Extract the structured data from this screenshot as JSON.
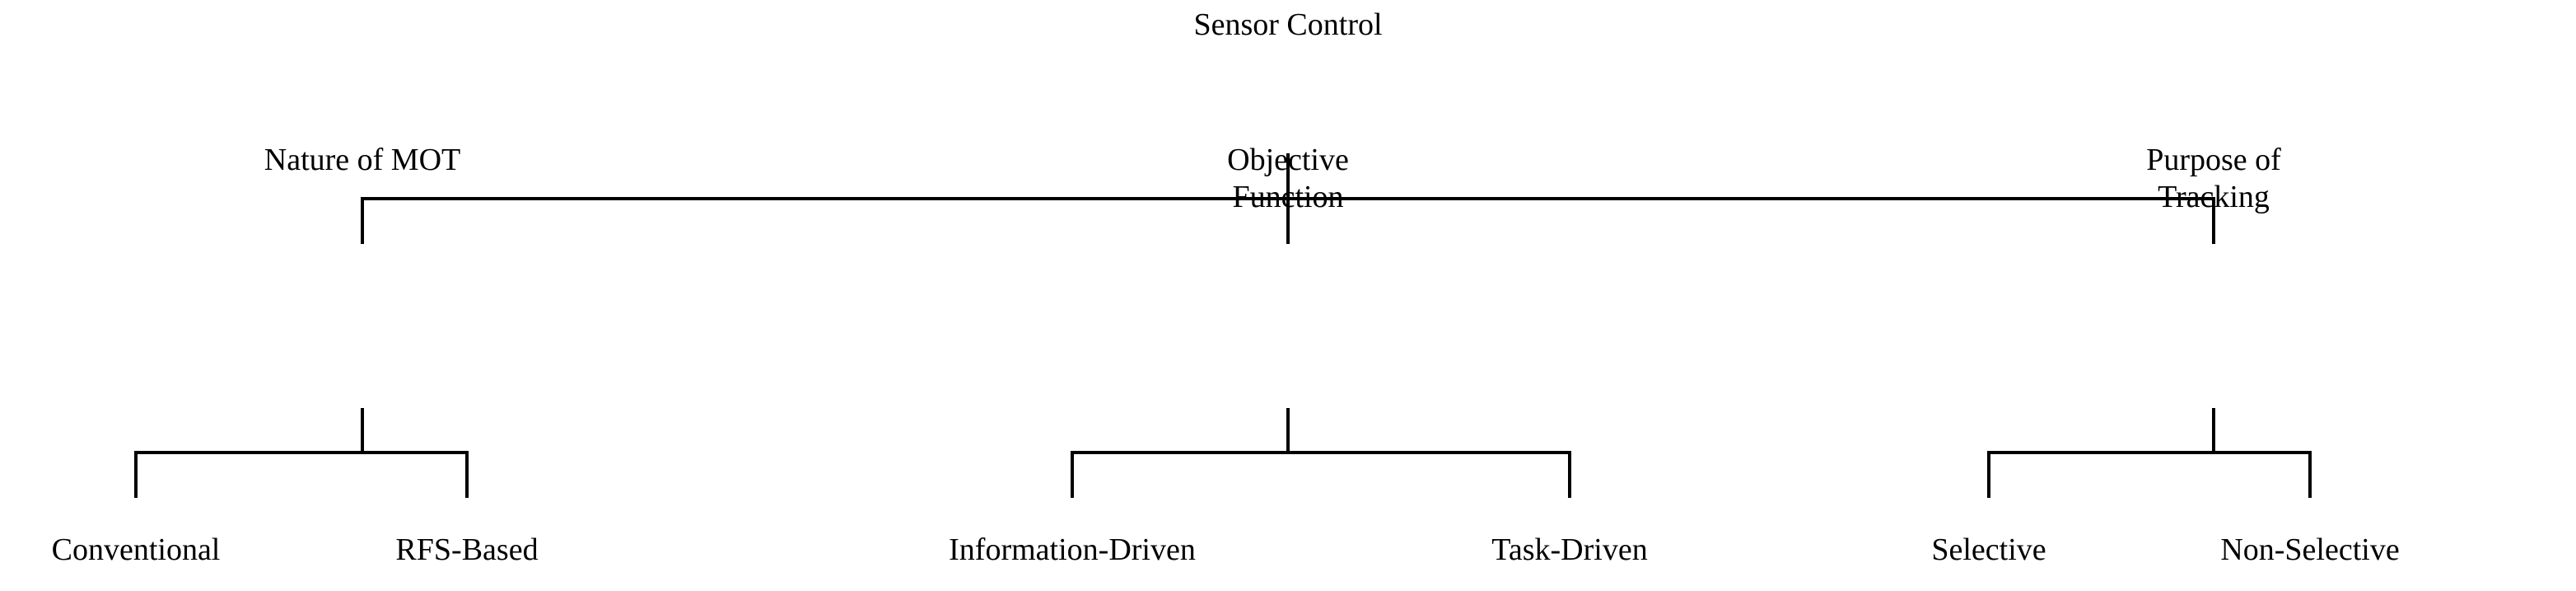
{
  "diagram": {
    "type": "hierarchy-tree",
    "title": "Sensor Control",
    "orientation": "top-down",
    "levels": 3,
    "line_color": "#000000",
    "background_color": "#ffffff",
    "text_color": "#000000",
    "root": {
      "label": "Sensor Control"
    },
    "branches": [
      {
        "id": "nature-of-mot",
        "label_lines": [
          "Nature of MOT"
        ],
        "label_line1": "Nature of MOT",
        "label_line2": "",
        "children": [
          {
            "id": "conventional",
            "label": "Conventional"
          },
          {
            "id": "rfs-based",
            "label": "RFS-Based"
          }
        ]
      },
      {
        "id": "objective-function",
        "label_lines": [
          "Objective",
          "Function"
        ],
        "label_line1": "Objective",
        "label_line2": "Function",
        "children": [
          {
            "id": "information-driven",
            "label": "Information-Driven"
          },
          {
            "id": "task-driven",
            "label": "Task-Driven"
          }
        ]
      },
      {
        "id": "purpose-of-tracking",
        "label_lines": [
          "Purpose of",
          "Tracking"
        ],
        "label_line1": "Purpose of",
        "label_line2": "Tracking",
        "children": [
          {
            "id": "selective",
            "label": "Selective"
          },
          {
            "id": "non-selective",
            "label": "Non-Selective"
          }
        ]
      }
    ]
  }
}
